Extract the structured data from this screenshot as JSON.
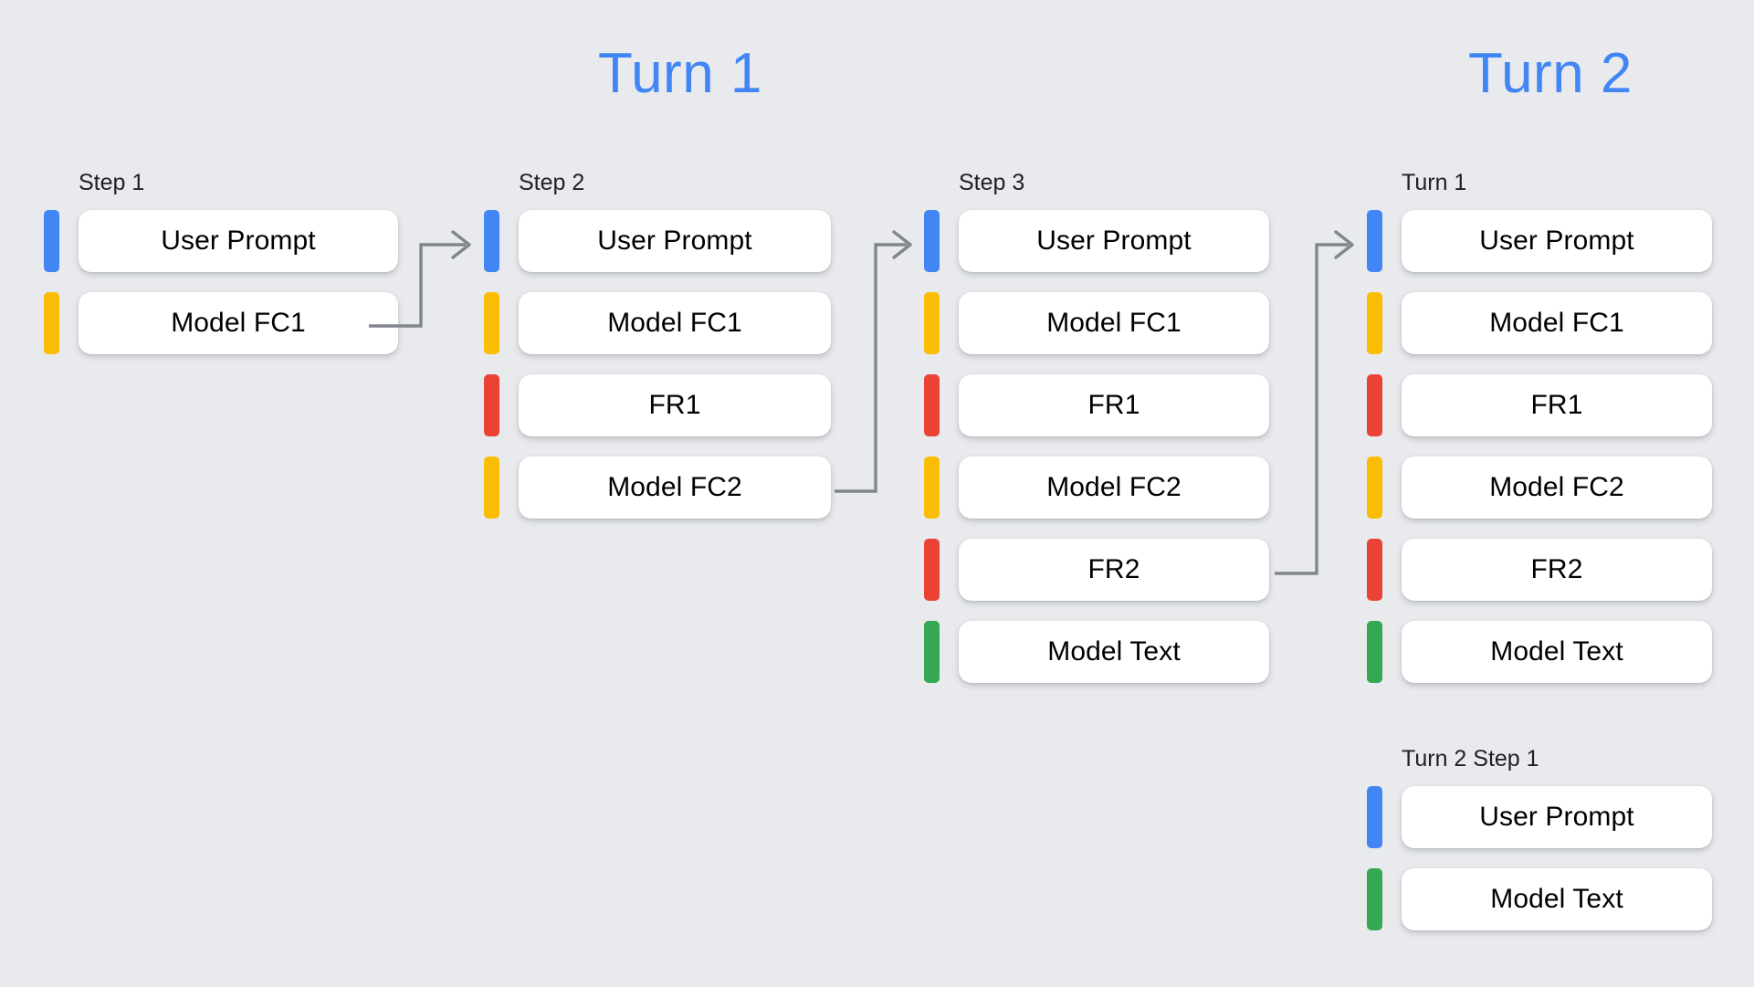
{
  "background_color": "#e8eaed",
  "palette": {
    "blue": "#4285f4",
    "yellow": "#fbbc04",
    "red": "#ea4335",
    "green": "#34a853",
    "arrow_gray": "#80868b",
    "card_white": "#ffffff",
    "text_black": "#000000"
  },
  "headings": {
    "turn_1": "Turn 1",
    "turn_2": "Turn 2"
  },
  "columns": [
    {
      "id": "step-1",
      "label": "Step 1",
      "rows": [
        {
          "color": "blue",
          "label": "User Prompt"
        },
        {
          "color": "yellow",
          "label": "Model FC1"
        }
      ]
    },
    {
      "id": "step-2",
      "label": "Step 2",
      "rows": [
        {
          "color": "blue",
          "label": "User Prompt"
        },
        {
          "color": "yellow",
          "label": "Model FC1"
        },
        {
          "color": "red",
          "label": "FR1"
        },
        {
          "color": "yellow",
          "label": "Model FC2"
        }
      ]
    },
    {
      "id": "step-3",
      "label": "Step 3",
      "rows": [
        {
          "color": "blue",
          "label": "User Prompt"
        },
        {
          "color": "yellow",
          "label": "Model FC1"
        },
        {
          "color": "red",
          "label": "FR1"
        },
        {
          "color": "yellow",
          "label": "Model FC2"
        },
        {
          "color": "red",
          "label": "FR2"
        },
        {
          "color": "green",
          "label": "Model Text"
        }
      ]
    },
    {
      "id": "turn-1",
      "label": "Turn 1",
      "rows": [
        {
          "color": "blue",
          "label": "User Prompt"
        },
        {
          "color": "yellow",
          "label": "Model FC1"
        },
        {
          "color": "red",
          "label": "FR1"
        },
        {
          "color": "yellow",
          "label": "Model FC2"
        },
        {
          "color": "red",
          "label": "FR2"
        },
        {
          "color": "green",
          "label": "Model Text"
        }
      ]
    },
    {
      "id": "turn-2-step-1",
      "label": "Turn 2 Step 1",
      "rows": [
        {
          "color": "blue",
          "label": "User Prompt"
        },
        {
          "color": "green",
          "label": "Model Text"
        }
      ]
    }
  ],
  "connectors": [
    {
      "id": "arrow-step1-to-step2",
      "from": "Model FC1 (Step 1)",
      "to": "Step 2"
    },
    {
      "id": "arrow-step2-to-step3",
      "from": "Model FC2 (Step 2)",
      "to": "Step 3"
    },
    {
      "id": "arrow-step3-to-turn1",
      "from": "FR2 (Step 3)",
      "to": "Turn 1"
    }
  ]
}
